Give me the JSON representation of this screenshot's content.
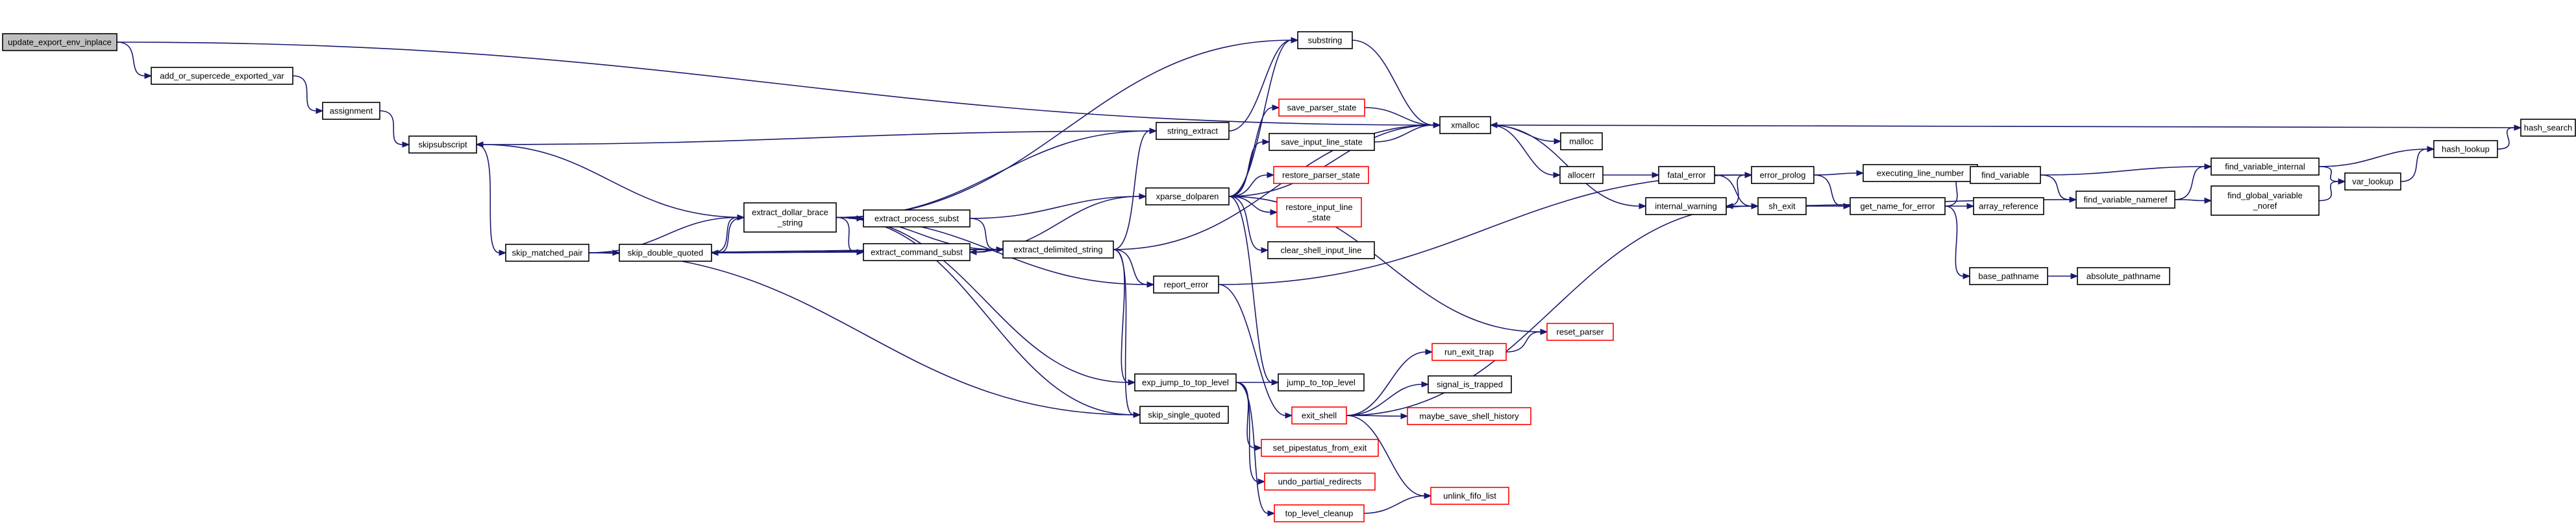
{
  "diagram": {
    "kind": "call-graph",
    "colors": {
      "edge": "#191970",
      "node_border": "#000000",
      "node_border_missing": "#ff0000",
      "start_fill": "#bfbfbf",
      "node_fill": "#ffffff"
    },
    "nodes": [
      {
        "id": "update_export_env_inplace",
        "label": [
          "update_export_env_inplace"
        ],
        "style": "start"
      },
      {
        "id": "add_or_supercede_exported_var",
        "label": [
          "add_or_supercede_exported_var"
        ]
      },
      {
        "id": "assignment",
        "label": [
          "assignment"
        ]
      },
      {
        "id": "skipsubscript",
        "label": [
          "skipsubscript"
        ]
      },
      {
        "id": "skip_matched_pair",
        "label": [
          "skip_matched_pair"
        ]
      },
      {
        "id": "skip_double_quoted",
        "label": [
          "skip_double_quoted"
        ]
      },
      {
        "id": "extract_dollar_brace_string",
        "label": [
          "extract_dollar_brace",
          "_string"
        ]
      },
      {
        "id": "extract_process_subst",
        "label": [
          "extract_process_subst"
        ]
      },
      {
        "id": "extract_command_subst",
        "label": [
          "extract_command_subst"
        ]
      },
      {
        "id": "extract_delimited_string",
        "label": [
          "extract_delimited_string"
        ]
      },
      {
        "id": "string_extract",
        "label": [
          "string_extract"
        ]
      },
      {
        "id": "substring",
        "label": [
          "substring"
        ]
      },
      {
        "id": "xparse_dolparen",
        "label": [
          "xparse_dolparen"
        ]
      },
      {
        "id": "report_error",
        "label": [
          "report_error"
        ]
      },
      {
        "id": "exp_jump_to_top_level",
        "label": [
          "exp_jump_to_top_level"
        ]
      },
      {
        "id": "skip_single_quoted",
        "label": [
          "skip_single_quoted"
        ]
      },
      {
        "id": "save_parser_state",
        "label": [
          "save_parser_state"
        ],
        "style": "red"
      },
      {
        "id": "save_input_line_state",
        "label": [
          "save_input_line_state"
        ]
      },
      {
        "id": "restore_parser_state",
        "label": [
          "restore_parser_state"
        ],
        "style": "red"
      },
      {
        "id": "restore_input_line_state",
        "label": [
          "restore_input_line",
          "_state"
        ],
        "style": "red"
      },
      {
        "id": "clear_shell_input_line",
        "label": [
          "clear_shell_input_line"
        ]
      },
      {
        "id": "jump_to_top_level",
        "label": [
          "jump_to_top_level"
        ]
      },
      {
        "id": "exit_shell",
        "label": [
          "exit_shell"
        ],
        "style": "red"
      },
      {
        "id": "set_pipestatus_from_exit",
        "label": [
          "set_pipestatus_from_exit"
        ],
        "style": "red"
      },
      {
        "id": "undo_partial_redirects",
        "label": [
          "undo_partial_redirects"
        ],
        "style": "red"
      },
      {
        "id": "top_level_cleanup",
        "label": [
          "top_level_cleanup"
        ],
        "style": "red"
      },
      {
        "id": "xmalloc",
        "label": [
          "xmalloc"
        ]
      },
      {
        "id": "malloc",
        "label": [
          "malloc"
        ]
      },
      {
        "id": "allocerr",
        "label": [
          "allocerr"
        ]
      },
      {
        "id": "internal_warning",
        "label": [
          "internal_warning"
        ]
      },
      {
        "id": "fatal_error",
        "label": [
          "fatal_error"
        ]
      },
      {
        "id": "error_prolog",
        "label": [
          "error_prolog"
        ]
      },
      {
        "id": "sh_exit",
        "label": [
          "sh_exit"
        ]
      },
      {
        "id": "executing_line_number",
        "label": [
          "executing_line_number"
        ]
      },
      {
        "id": "get_name_for_error",
        "label": [
          "get_name_for_error"
        ]
      },
      {
        "id": "find_variable",
        "label": [
          "find_variable"
        ]
      },
      {
        "id": "array_reference",
        "label": [
          "array_reference"
        ]
      },
      {
        "id": "base_pathname",
        "label": [
          "base_pathname"
        ]
      },
      {
        "id": "absolute_pathname",
        "label": [
          "absolute_pathname"
        ]
      },
      {
        "id": "find_variable_nameref",
        "label": [
          "find_variable_nameref"
        ]
      },
      {
        "id": "find_variable_internal",
        "label": [
          "find_variable_internal"
        ]
      },
      {
        "id": "find_global_variable_noref",
        "label": [
          "find_global_variable",
          "_noref"
        ]
      },
      {
        "id": "var_lookup",
        "label": [
          "var_lookup"
        ]
      },
      {
        "id": "hash_lookup",
        "label": [
          "hash_lookup"
        ]
      },
      {
        "id": "hash_search",
        "label": [
          "hash_search"
        ]
      },
      {
        "id": "run_exit_trap",
        "label": [
          "run_exit_trap"
        ],
        "style": "red"
      },
      {
        "id": "signal_is_trapped",
        "label": [
          "signal_is_trapped"
        ]
      },
      {
        "id": "maybe_save_shell_history",
        "label": [
          "maybe_save_shell_history"
        ],
        "style": "red"
      },
      {
        "id": "unlink_fifo_list",
        "label": [
          "unlink_fifo_list"
        ],
        "style": "red"
      },
      {
        "id": "reset_parser",
        "label": [
          "reset_parser"
        ],
        "style": "red"
      }
    ],
    "edges": [
      [
        "update_export_env_inplace",
        "add_or_supercede_exported_var"
      ],
      [
        "update_export_env_inplace",
        "xmalloc"
      ],
      [
        "add_or_supercede_exported_var",
        "assignment"
      ],
      [
        "assignment",
        "skipsubscript"
      ],
      [
        "skipsubscript",
        "skip_matched_pair"
      ],
      [
        "skip_matched_pair",
        "skip_double_quoted"
      ],
      [
        "skip_matched_pair",
        "extract_dollar_brace_string"
      ],
      [
        "skip_matched_pair",
        "extract_delimited_string"
      ],
      [
        "skip_matched_pair",
        "skip_single_quoted"
      ],
      [
        "skip_double_quoted",
        "extract_dollar_brace_string"
      ],
      [
        "skip_double_quoted",
        "extract_command_subst"
      ],
      [
        "extract_dollar_brace_string",
        "skipsubscript"
      ],
      [
        "extract_dollar_brace_string",
        "skip_double_quoted"
      ],
      [
        "extract_dollar_brace_string",
        "substring"
      ],
      [
        "extract_dollar_brace_string",
        "string_extract"
      ],
      [
        "extract_dollar_brace_string",
        "extract_process_subst"
      ],
      [
        "extract_dollar_brace_string",
        "extract_command_subst"
      ],
      [
        "extract_dollar_brace_string",
        "extract_delimited_string"
      ],
      [
        "extract_dollar_brace_string",
        "report_error"
      ],
      [
        "extract_dollar_brace_string",
        "exp_jump_to_top_level"
      ],
      [
        "extract_dollar_brace_string",
        "skip_single_quoted"
      ],
      [
        "extract_process_subst",
        "xparse_dolparen"
      ],
      [
        "extract_process_subst",
        "extract_delimited_string"
      ],
      [
        "extract_command_subst",
        "xparse_dolparen"
      ],
      [
        "extract_command_subst",
        "extract_delimited_string"
      ],
      [
        "extract_delimited_string",
        "skip_double_quoted"
      ],
      [
        "extract_delimited_string",
        "extract_command_subst"
      ],
      [
        "extract_delimited_string",
        "string_extract"
      ],
      [
        "extract_delimited_string",
        "xmalloc"
      ],
      [
        "extract_delimited_string",
        "report_error"
      ],
      [
        "extract_delimited_string",
        "exp_jump_to_top_level"
      ],
      [
        "extract_delimited_string",
        "skip_single_quoted"
      ],
      [
        "string_extract",
        "skipsubscript"
      ],
      [
        "string_extract",
        "substring"
      ],
      [
        "substring",
        "xmalloc"
      ],
      [
        "xparse_dolparen",
        "substring"
      ],
      [
        "xparse_dolparen",
        "xmalloc"
      ],
      [
        "xparse_dolparen",
        "save_parser_state"
      ],
      [
        "xparse_dolparen",
        "save_input_line_state"
      ],
      [
        "xparse_dolparen",
        "restore_parser_state"
      ],
      [
        "xparse_dolparen",
        "restore_input_line_state"
      ],
      [
        "xparse_dolparen",
        "clear_shell_input_line"
      ],
      [
        "xparse_dolparen",
        "jump_to_top_level"
      ],
      [
        "xparse_dolparen",
        "reset_parser"
      ],
      [
        "save_parser_state",
        "xmalloc"
      ],
      [
        "save_input_line_state",
        "xmalloc"
      ],
      [
        "report_error",
        "error_prolog"
      ],
      [
        "report_error",
        "exit_shell"
      ],
      [
        "exp_jump_to_top_level",
        "jump_to_top_level"
      ],
      [
        "exp_jump_to_top_level",
        "set_pipestatus_from_exit"
      ],
      [
        "exp_jump_to_top_level",
        "undo_partial_redirects"
      ],
      [
        "exp_jump_to_top_level",
        "top_level_cleanup"
      ],
      [
        "exit_shell",
        "run_exit_trap"
      ],
      [
        "exit_shell",
        "signal_is_trapped"
      ],
      [
        "exit_shell",
        "maybe_save_shell_history"
      ],
      [
        "exit_shell",
        "sh_exit"
      ],
      [
        "exit_shell",
        "unlink_fifo_list"
      ],
      [
        "run_exit_trap",
        "reset_parser"
      ],
      [
        "top_level_cleanup",
        "unlink_fifo_list"
      ],
      [
        "xmalloc",
        "malloc"
      ],
      [
        "xmalloc",
        "allocerr"
      ],
      [
        "xmalloc",
        "internal_warning"
      ],
      [
        "allocerr",
        "fatal_error"
      ],
      [
        "fatal_error",
        "error_prolog"
      ],
      [
        "fatal_error",
        "sh_exit"
      ],
      [
        "internal_warning",
        "error_prolog"
      ],
      [
        "error_prolog",
        "executing_line_number"
      ],
      [
        "error_prolog",
        "get_name_for_error"
      ],
      [
        "sh_exit",
        "get_name_for_error"
      ],
      [
        "get_name_for_error",
        "find_variable"
      ],
      [
        "get_name_for_error",
        "array_reference"
      ],
      [
        "get_name_for_error",
        "base_pathname"
      ],
      [
        "base_pathname",
        "absolute_pathname"
      ],
      [
        "find_variable",
        "find_variable_internal"
      ],
      [
        "find_variable",
        "find_variable_nameref"
      ],
      [
        "find_variable_nameref",
        "find_variable_internal"
      ],
      [
        "find_variable_nameref",
        "find_global_variable_noref"
      ],
      [
        "find_variable_nameref",
        "internal_warning"
      ],
      [
        "find_variable_internal",
        "var_lookup"
      ],
      [
        "find_variable_internal",
        "hash_lookup"
      ],
      [
        "find_global_variable_noref",
        "var_lookup"
      ],
      [
        "var_lookup",
        "hash_lookup"
      ],
      [
        "hash_lookup",
        "hash_search"
      ],
      [
        "hash_search",
        "xmalloc"
      ]
    ]
  }
}
